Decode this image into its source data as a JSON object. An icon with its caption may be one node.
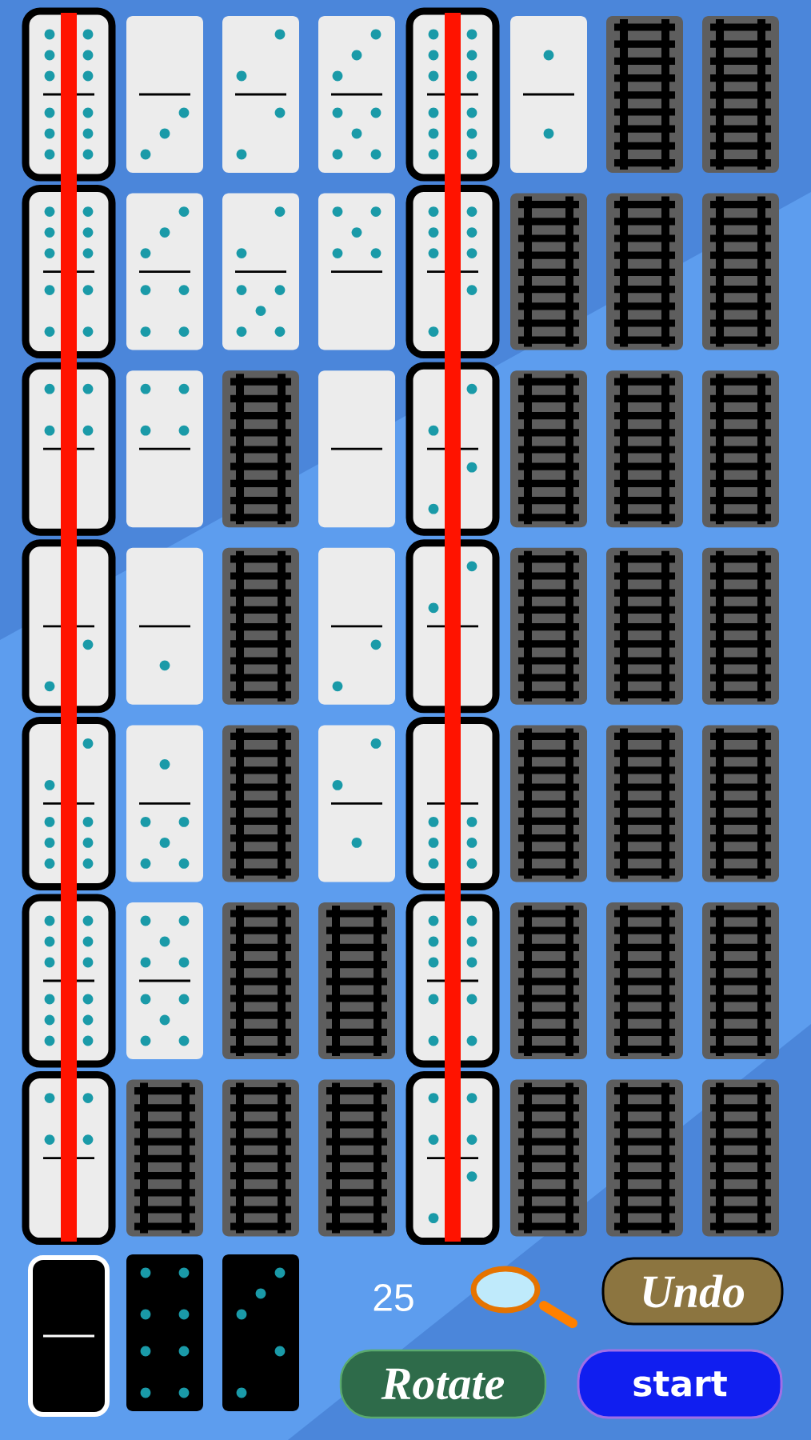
{
  "diagram": {
    "nodes": [
      {
        "text": [
          "Undo"
        ]
      },
      {
        "text": [
          "Rotate"
        ]
      },
      {
        "text": [
          "start"
        ]
      }
    ],
    "labels": [
      "25"
    ]
  }
}
